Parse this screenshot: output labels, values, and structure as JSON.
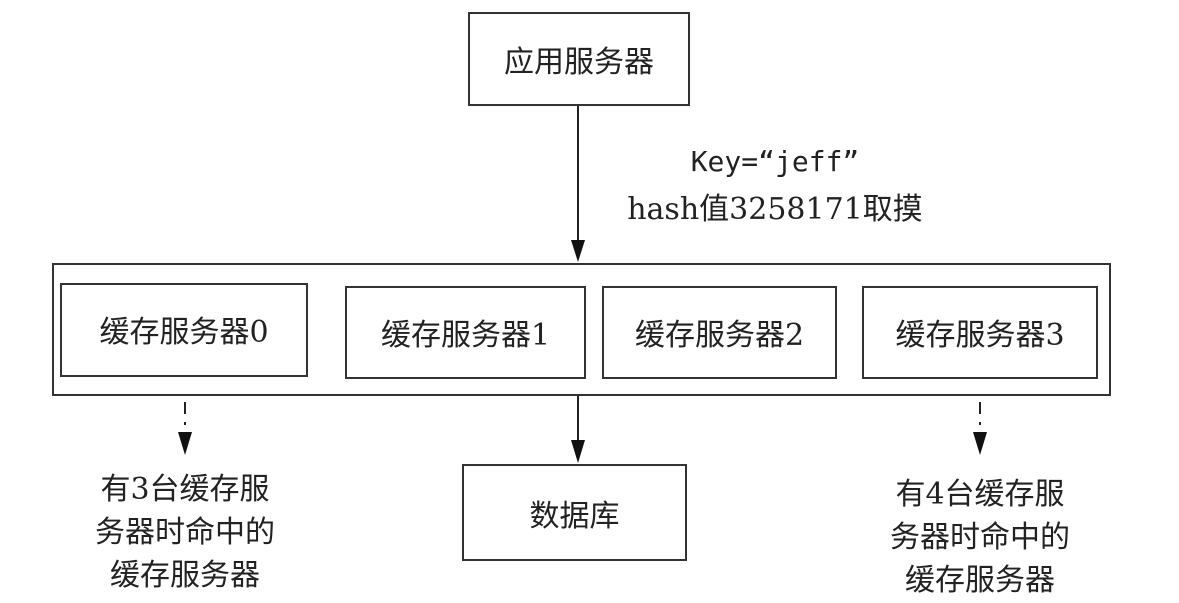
{
  "app_server": "应用服务器",
  "key_label": "Key=“jeff”",
  "hash_label": "hash值3258171取摸",
  "cache_servers": [
    "缓存服务器0",
    "缓存服务器1",
    "缓存服务器2",
    "缓存服务器3"
  ],
  "database": "数据库",
  "note_left": [
    "有3台缓存服",
    "务器时命中的",
    "缓存服务器"
  ],
  "note_right": [
    "有4台缓存服",
    "务器时命中的",
    "缓存服务器"
  ]
}
